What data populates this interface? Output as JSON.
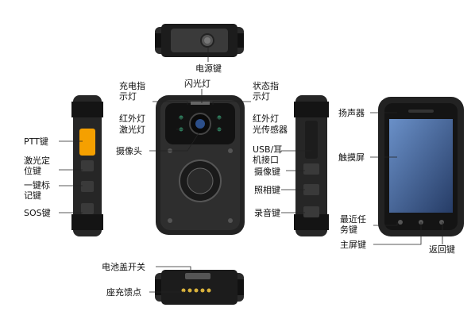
{
  "labels": {
    "power_key": "电源键",
    "charge_indicator": "充电指示灯",
    "flash_light": "闪光灯",
    "status_indicator": "状态指示灯",
    "infrared_left": "红外灯",
    "laser_light": "激光灯",
    "infrared_right": "红外灯",
    "light_sensor": "光传感器",
    "camera": "摄像头",
    "ptt_key": "PTT键",
    "laser_positioning_key": "激光定位键",
    "one_key_mark": "一键标记键",
    "sos_key": "SOS键",
    "usb_port": "USB/耳机接口",
    "video_key": "摄像键",
    "photo_key": "照相键",
    "record_key": "录音键",
    "speaker": "扬声器",
    "touch_screen": "触摸屏",
    "recent_tasks_key": "最近任务键",
    "home_key": "主屏键",
    "back_key": "返回键",
    "battery_switch": "电池盖开关",
    "charge_contacts": "座充馈点"
  },
  "colors": {
    "body": "#2a2a2a",
    "dark": "#161616",
    "accent": "#f5a000",
    "screen": "#4a6fa5"
  }
}
